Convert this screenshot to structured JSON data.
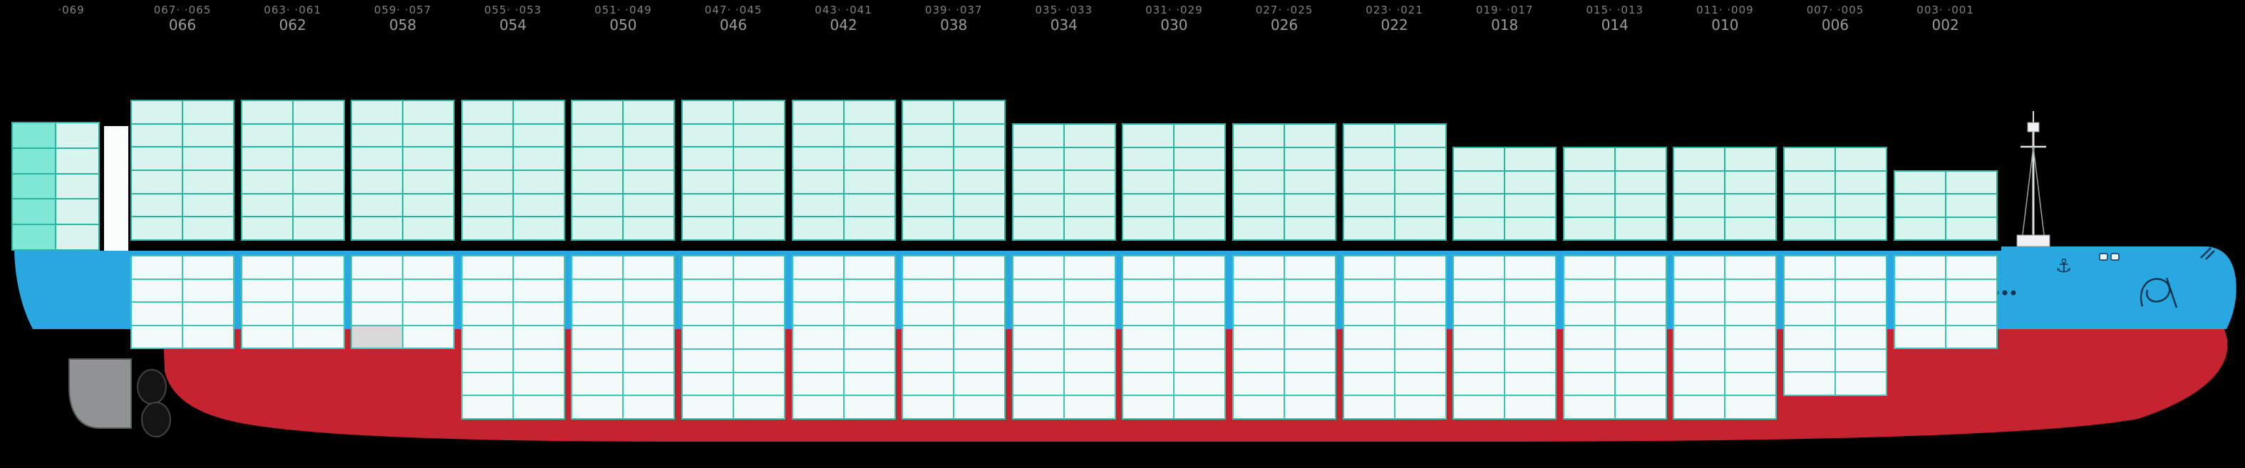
{
  "view": {
    "description": "Container vessel side profile with numbered bays"
  },
  "colors": {
    "background": "#000000",
    "hull_red": "#c4232f",
    "hull_blue": "#29a7e1",
    "deck_container_fill": "#d7f4ee",
    "deck_container_line": "#2ab5a3",
    "hold_container_fill": "#f2fbf9",
    "hold_container_line": "#3cc7b5",
    "highlight_cell": "#7fe7d6",
    "gray_cell": "#d9d9d9",
    "rudder_gray": "#8f9394",
    "superstructure_white": "#fbfdfd",
    "label_dim": "#818181",
    "label": "#9c9c9c",
    "bow_detail": "#0d3550",
    "mast_light": "#dbe0e0"
  },
  "icons": {
    "anchor": "⚓"
  },
  "stern_bay": {
    "odd_label": "·069",
    "deck_tiers": 5,
    "columns": 2,
    "highlight_column": 0
  },
  "bays": [
    {
      "number": "066",
      "odd_label": "067· ·065",
      "deck_tiers": 6,
      "hold_tiers": 4
    },
    {
      "number": "062",
      "odd_label": "063· ·061",
      "deck_tiers": 6,
      "hold_tiers": 4
    },
    {
      "number": "058",
      "odd_label": "059· ·057",
      "deck_tiers": 6,
      "hold_tiers": 4,
      "hold_special": {
        "position": "bottom-left",
        "color": "gray"
      }
    },
    {
      "number": "054",
      "odd_label": "055· ·053",
      "deck_tiers": 6,
      "hold_tiers": 7
    },
    {
      "number": "050",
      "odd_label": "051· ·049",
      "deck_tiers": 6,
      "hold_tiers": 7
    },
    {
      "number": "046",
      "odd_label": "047· ·045",
      "deck_tiers": 6,
      "hold_tiers": 7
    },
    {
      "number": "042",
      "odd_label": "043· ·041",
      "deck_tiers": 6,
      "hold_tiers": 7
    },
    {
      "number": "038",
      "odd_label": "039· ·037",
      "deck_tiers": 6,
      "hold_tiers": 7
    },
    {
      "number": "034",
      "odd_label": "035· ·033",
      "deck_tiers": 5,
      "hold_tiers": 7
    },
    {
      "number": "030",
      "odd_label": "031· ·029",
      "deck_tiers": 5,
      "hold_tiers": 7
    },
    {
      "number": "026",
      "odd_label": "027· ·025",
      "deck_tiers": 5,
      "hold_tiers": 7
    },
    {
      "number": "022",
      "odd_label": "023· ·021",
      "deck_tiers": 5,
      "hold_tiers": 7
    },
    {
      "number": "018",
      "odd_label": "019· ·017",
      "deck_tiers": 4,
      "hold_tiers": 7
    },
    {
      "number": "014",
      "odd_label": "015· ·013",
      "deck_tiers": 4,
      "hold_tiers": 7
    },
    {
      "number": "010",
      "odd_label": "011· ·009",
      "deck_tiers": 4,
      "hold_tiers": 7
    },
    {
      "number": "006",
      "odd_label": "007· ·005",
      "deck_tiers": 4,
      "hold_tiers": 6
    },
    {
      "number": "002",
      "odd_label": "003· ·001",
      "deck_tiers": 3,
      "hold_tiers": 4
    }
  ]
}
